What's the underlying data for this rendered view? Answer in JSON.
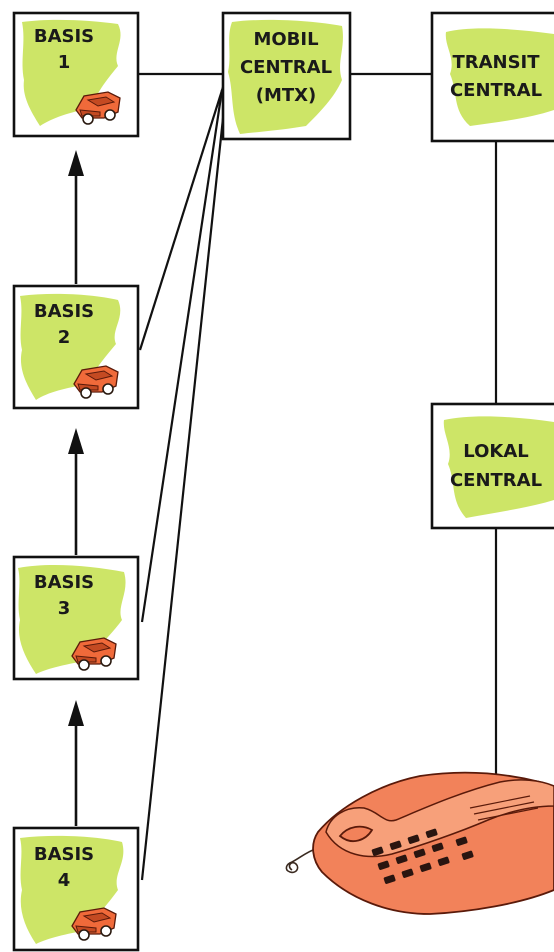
{
  "nodes": {
    "basis1": {
      "line1": "BASIS",
      "line2": "1"
    },
    "basis2": {
      "line1": "BASIS",
      "line2": "2"
    },
    "basis3": {
      "line1": "BASIS",
      "line2": "3"
    },
    "basis4": {
      "line1": "BASIS",
      "line2": "4"
    },
    "mtx": {
      "line1": "MOBIL",
      "line2": "CENTRAL",
      "line3": "(MTX)"
    },
    "transit": {
      "line1": "TRANSIT",
      "line2": "CENTRAL"
    },
    "lokal": {
      "line1": "LOKAL",
      "line2": "CENTRAL"
    }
  },
  "icons": {
    "car": "car-icon",
    "telephone": "telephone-icon",
    "arrow": "arrow-up-icon"
  },
  "colors": {
    "highlight": "#c9e35a",
    "car": "#f06a3a",
    "phone": "#f2825a",
    "line": "#111111"
  }
}
